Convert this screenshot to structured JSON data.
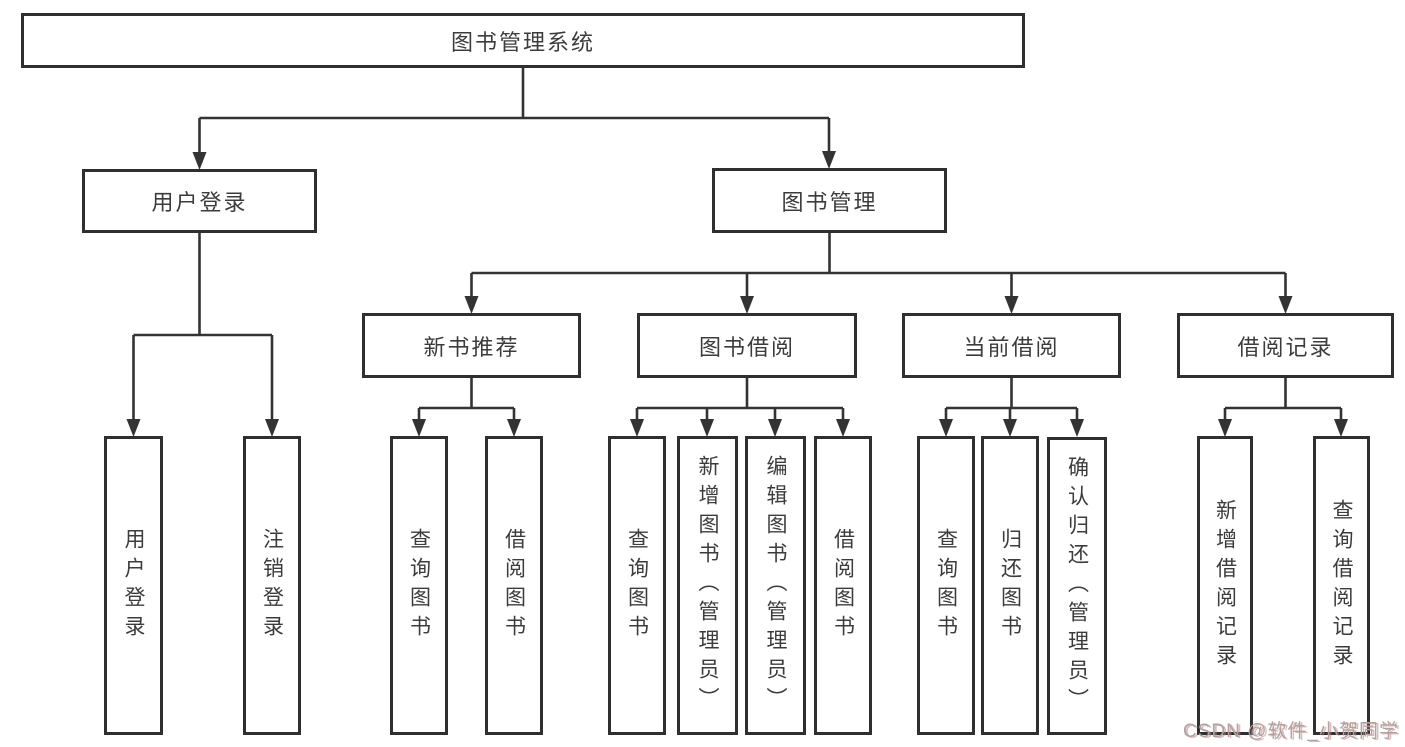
{
  "diagram": {
    "colors": {
      "line": "#333333",
      "box_border": "#2f2f2f",
      "text": "#3c3c3c",
      "background": "#ffffff",
      "watermark_gray": "#a6a6a6",
      "watermark_red_shadow": "#d67872"
    },
    "tree": {
      "root": {
        "label": "图书管理系统"
      },
      "branches": [
        {
          "label": "用户登录",
          "leaves": [
            {
              "label": "用户登录"
            },
            {
              "label": "注销登录"
            }
          ]
        },
        {
          "label": "图书管理",
          "groups": [
            {
              "label": "新书推荐",
              "leaves": [
                {
                  "label": "查询图书"
                },
                {
                  "label": "借阅图书"
                }
              ]
            },
            {
              "label": "图书借阅",
              "leaves": [
                {
                  "label": "查询图书"
                },
                {
                  "label": "新增图书（管理员）"
                },
                {
                  "label": "编辑图书（管理员）"
                },
                {
                  "label": "借阅图书"
                }
              ]
            },
            {
              "label": "当前借阅",
              "leaves": [
                {
                  "label": "查询图书"
                },
                {
                  "label": "归还图书"
                },
                {
                  "label": "确认归还（管理员）"
                }
              ]
            },
            {
              "label": "借阅记录",
              "leaves": [
                {
                  "label": "新增借阅记录"
                },
                {
                  "label": "查询借阅记录"
                }
              ]
            }
          ]
        }
      ]
    },
    "watermark": "CSDN @软件_小贺同学"
  }
}
